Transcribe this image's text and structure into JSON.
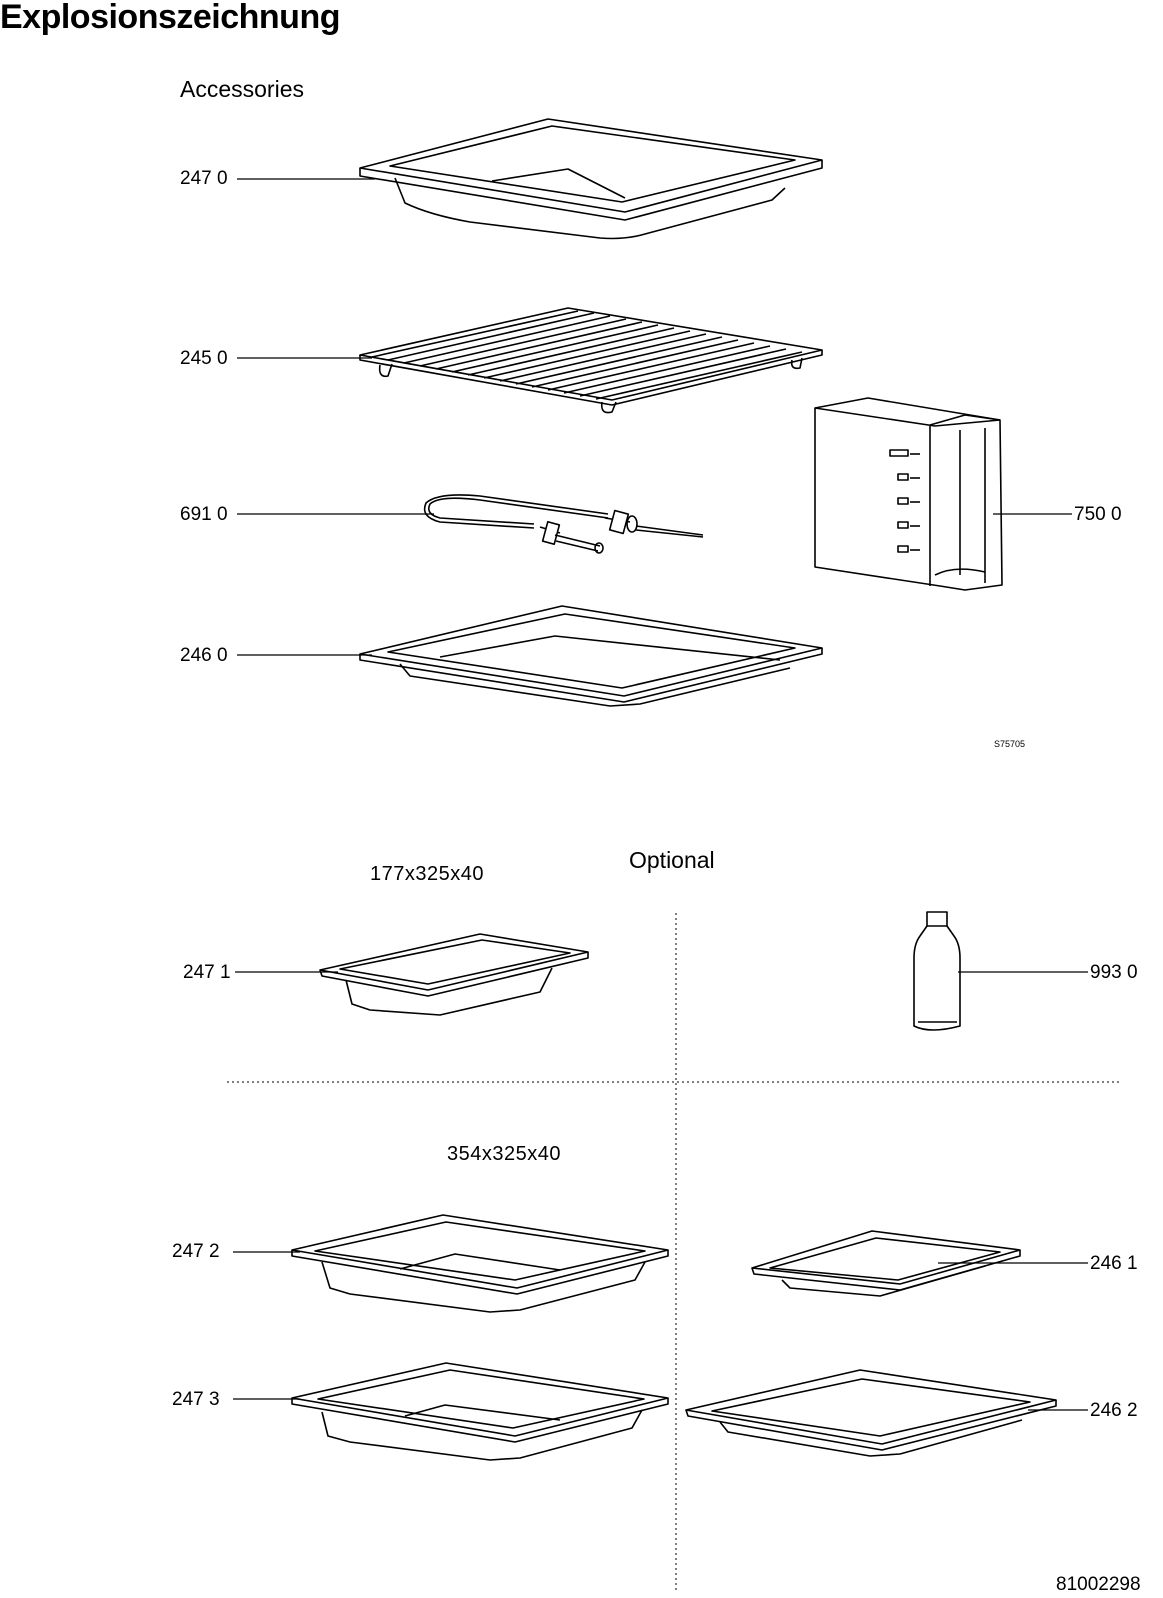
{
  "title": "Explosionszeichnung",
  "sections": {
    "accessories": "Accessories",
    "optional": "Optional"
  },
  "dimensions": {
    "small": "177x325x40",
    "large": "354x325x40"
  },
  "parts": {
    "p2470": "247 0",
    "p2450": "245 0",
    "p6910": "691 0",
    "p7500": "750 0",
    "p2460": "246 0",
    "p2471": "247 1",
    "p9930": "993 0",
    "p2472": "247 2",
    "p2461": "246 1",
    "p2473": "247 3",
    "p2462": "246 2"
  },
  "figure_code": "S75705",
  "document_number": "81002298"
}
